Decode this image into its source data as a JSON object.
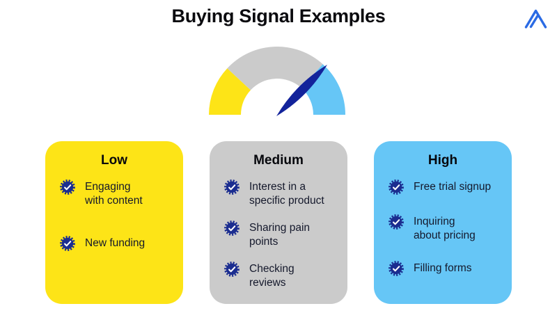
{
  "page": {
    "title": "Buying Signal Examples",
    "background_color": "#ffffff"
  },
  "logo": {
    "icon": "mountain-logo-icon",
    "color": "#2B6BE4"
  },
  "gauge": {
    "type": "semicircle-meter",
    "segments": [
      {
        "label": "low",
        "color": "#FDE417"
      },
      {
        "label": "medium",
        "color": "#CBCBCB"
      },
      {
        "label": "high",
        "color": "#66C6F6"
      }
    ],
    "needle_color": "#13239B",
    "needle_points_to": "high"
  },
  "badge": {
    "icon": "verified-check-icon",
    "color": "#1B2D90",
    "check_color": "#ffffff"
  },
  "cards": [
    {
      "title": "Low",
      "color": "#FDE417",
      "items": [
        "Engaging\nwith content",
        "New funding"
      ]
    },
    {
      "title": "Medium",
      "color": "#CBCBCB",
      "items": [
        "Interest in a\nspecific product",
        "Sharing pain\npoints",
        "Checking\nreviews"
      ]
    },
    {
      "title": "High",
      "color": "#66C6F6",
      "items": [
        "Free trial signup",
        "Inquiring\nabout pricing",
        "Filling forms"
      ]
    }
  ]
}
